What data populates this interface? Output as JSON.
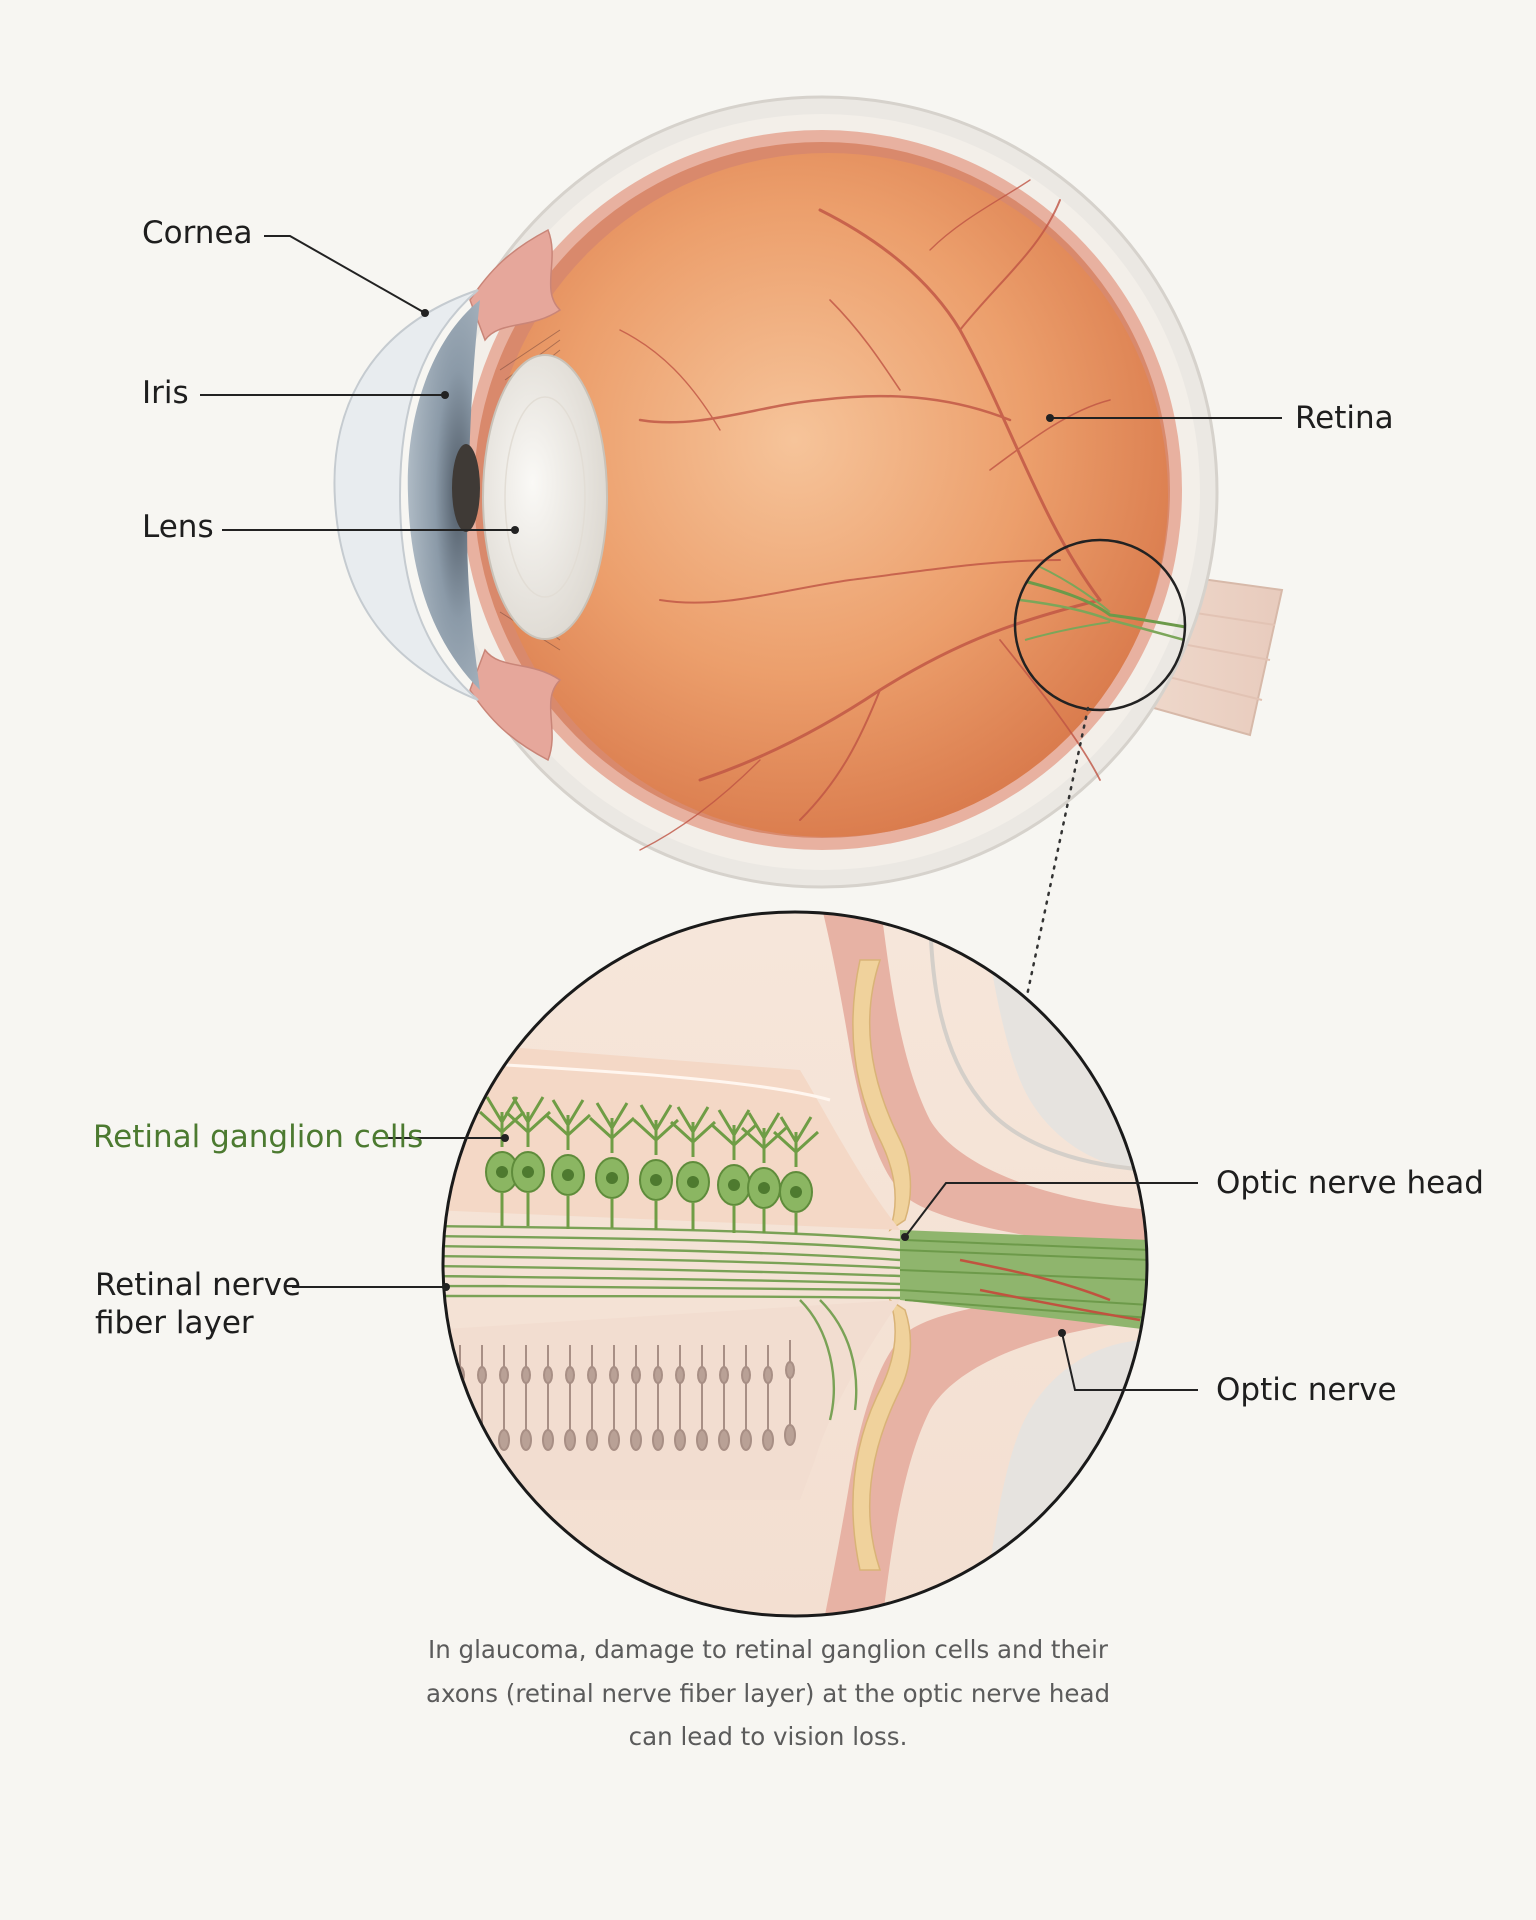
{
  "labels": {
    "cornea": "Cornea",
    "iris": "Iris",
    "lens": "Lens",
    "retina": "Retina",
    "retinal_ganglion_cells": "Retinal ganglion cells",
    "rnfl_line1": "Retinal nerve",
    "rnfl_line2": "fiber layer",
    "optic_nerve_head": "Optic nerve head",
    "optic_nerve": "Optic nerve"
  },
  "caption": "In glaucoma, damage to retinal ganglion cells and their axons (retinal nerve fiber layer) at the optic nerve head can lead to vision loss.",
  "colors": {
    "background": "#f7f6f2",
    "sclera": "#eceae6",
    "choroid": "#e9b3a0",
    "vitreous": "#e89a68",
    "vessels": "#b84a3c",
    "iris": "#9aa8b4",
    "lens": "#efece6",
    "nerve_fibers": "#7ca65a",
    "ganglion_cells": "#6f9d45",
    "green_label": "#4c7a30",
    "caption_text": "#5b5b5b"
  },
  "icons": {
    "magnifier": "circular-zoom-callout",
    "connector": "dotted-line"
  }
}
